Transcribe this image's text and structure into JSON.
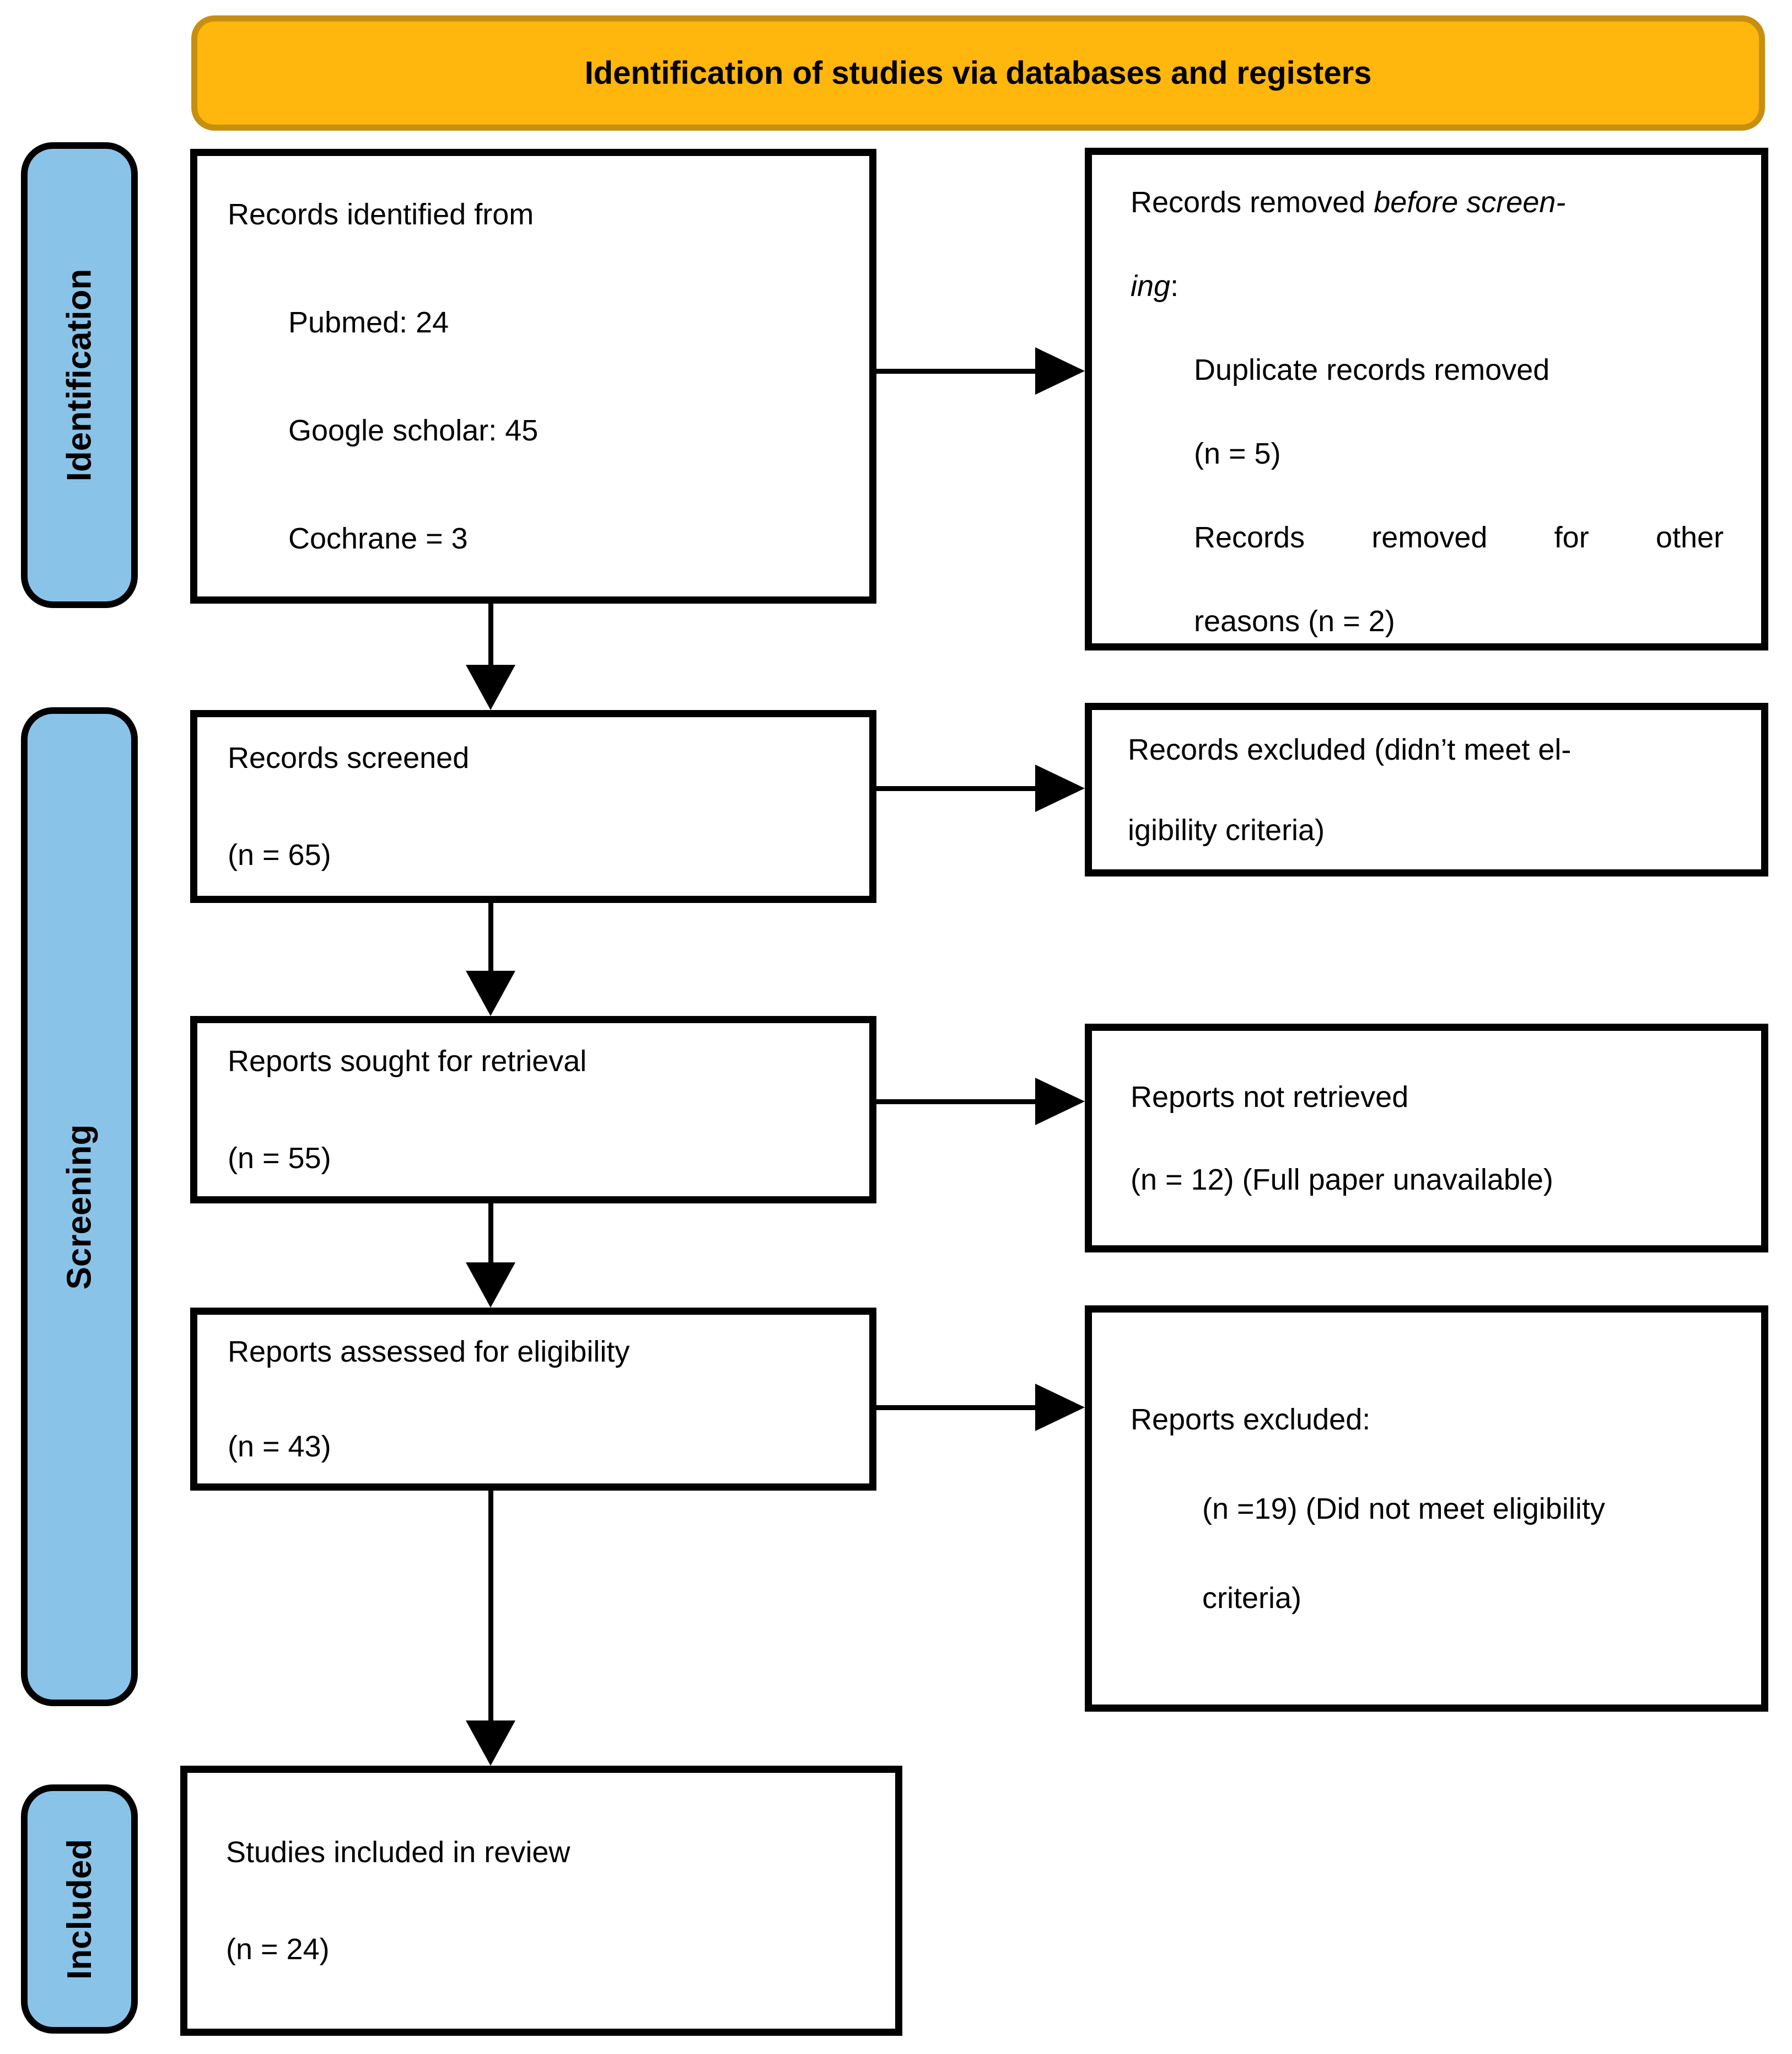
{
  "banner": {
    "title": "Identification of studies via databases and registers"
  },
  "sidebar": {
    "identification": "Identification",
    "screening": "Screening",
    "included": "Included"
  },
  "boxes": {
    "identified": {
      "line1": "Records identified from",
      "items": [
        "Pubmed: 24",
        "Google scholar: 45",
        "Cochrane = 3"
      ]
    },
    "removed": {
      "line1_normal": "Records removed ",
      "line1_italic": "before screen-",
      "line2_italic": "ing",
      "line2_normal": ":",
      "item1_line1": "Duplicate records removed",
      "item1_line2": "(n = 5)",
      "item2_line1": "Records removed for other",
      "item2_line2": "reasons (n = 2)"
    },
    "screened": {
      "line1": "Records screened",
      "line2": "(n = 65)"
    },
    "excluded_screening": {
      "line1": "Records excluded (didn’t meet el-",
      "line2": "igibility criteria)"
    },
    "sought": {
      "line1": "Reports sought for retrieval",
      "line2": "(n = 55)"
    },
    "not_retrieved": {
      "line1": "Reports not retrieved",
      "line2": "(n = 12) (Full paper unavailable)"
    },
    "assessed": {
      "line1": "Reports assessed for eligibility",
      "line2": "(n = 43)"
    },
    "excluded_eligibility": {
      "line1": "Reports excluded:",
      "line2": "(n =19) (Did not meet eligibility",
      "line3": "criteria)"
    },
    "included_review": {
      "line1": "Studies included in review",
      "line2": "(n = 24)"
    }
  },
  "colors": {
    "banner_fill": "#FFB60D",
    "banner_border": "#C78F10",
    "sidebar_fill": "#8AC3E8",
    "box_border": "#000000",
    "arrow_color": "#000000"
  }
}
